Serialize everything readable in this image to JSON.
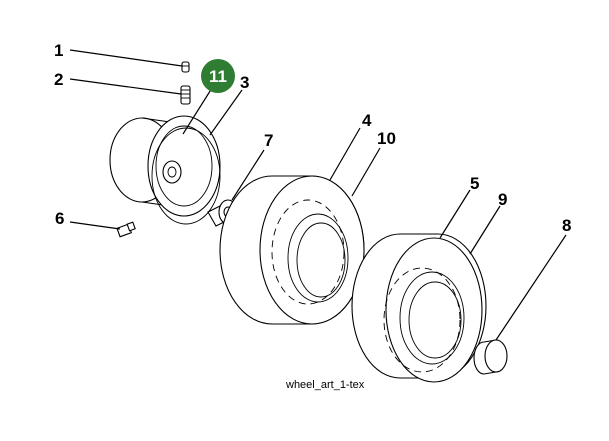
{
  "diagram": {
    "callouts": [
      {
        "id": "1",
        "label": "1"
      },
      {
        "id": "2",
        "label": "2"
      },
      {
        "id": "3",
        "label": "3"
      },
      {
        "id": "4",
        "label": "4"
      },
      {
        "id": "5",
        "label": "5"
      },
      {
        "id": "6",
        "label": "6"
      },
      {
        "id": "7",
        "label": "7"
      },
      {
        "id": "8",
        "label": "8"
      },
      {
        "id": "9",
        "label": "9"
      },
      {
        "id": "10",
        "label": "10"
      }
    ],
    "badge": {
      "label": "11",
      "color": "#2e7d32"
    },
    "caption": "wheel_art_1-tex"
  }
}
